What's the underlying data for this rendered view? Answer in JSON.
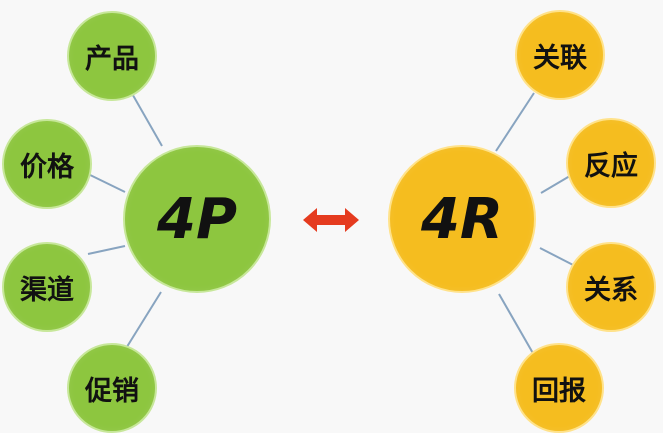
{
  "diagram": {
    "left_group": {
      "center_label": "4P",
      "items": [
        "产品",
        "价格",
        "渠道",
        "促销"
      ],
      "color": "#8dc63f"
    },
    "right_group": {
      "center_label": "4R",
      "items": [
        "关联",
        "反应",
        "关系",
        "回报"
      ],
      "color": "#f5bd1f"
    },
    "relation_icon": "double-arrow-icon",
    "arrow_color": "#e53b1f",
    "connector_color": "#88a4c0"
  }
}
